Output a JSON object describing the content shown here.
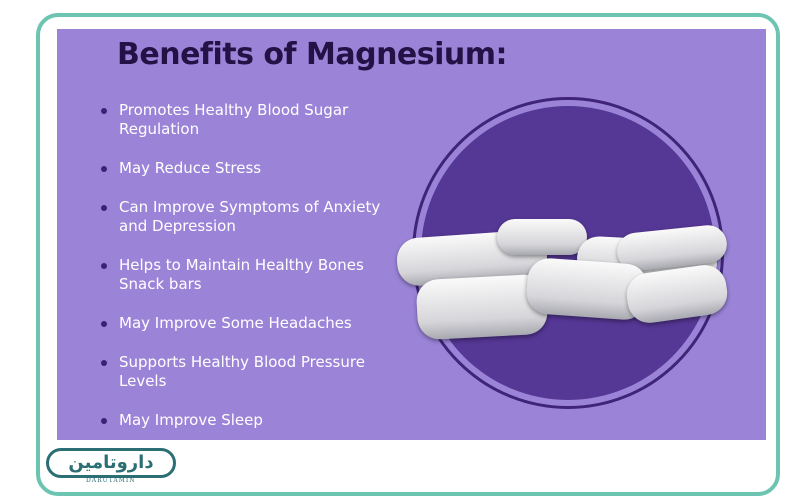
{
  "title": "Benefits of Magnesium:",
  "benefits": [
    "Promotes Healthy Blood Sugar Regulation",
    "May Reduce Stress",
    "Can Improve Symptoms of Anxiety and Depression",
    "Helps to Maintain Healthy Bones Snack bars",
    "May Improve Some Headaches",
    "Supports Healthy Blood Pressure Levels",
    "May Improve Sleep"
  ],
  "logo": {
    "text": "داروتامین",
    "subtext": "DARUTAMIN"
  },
  "colors": {
    "frame": "#6cc5b1",
    "panel": "#9b84d8",
    "circle": "#553795",
    "title": "#241246"
  }
}
